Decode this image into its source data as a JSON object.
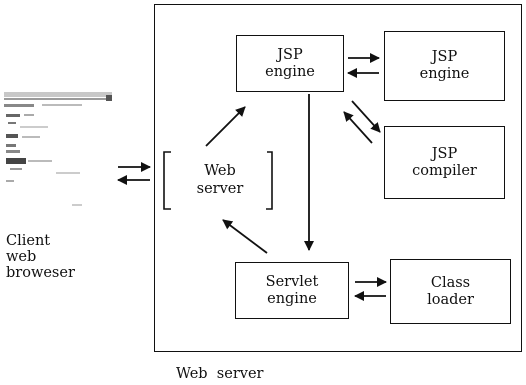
{
  "nodes": {
    "jsp_engine_main": "JSP\nengine",
    "jsp_engine_secondary": "JSP\nengine",
    "jsp_compiler": "JSP\ncompiler",
    "web_server_box": "Web\nserver",
    "servlet_engine": "Servlet\nengine",
    "class_loader": "Class\nloader"
  },
  "labels": {
    "client": "Client\nweb\nbroweser",
    "container": "Web  server"
  },
  "colors": {
    "stroke": "#111111",
    "background": "#ffffff"
  },
  "icons": {
    "browser": "browser-screenshot-thumbnail"
  }
}
